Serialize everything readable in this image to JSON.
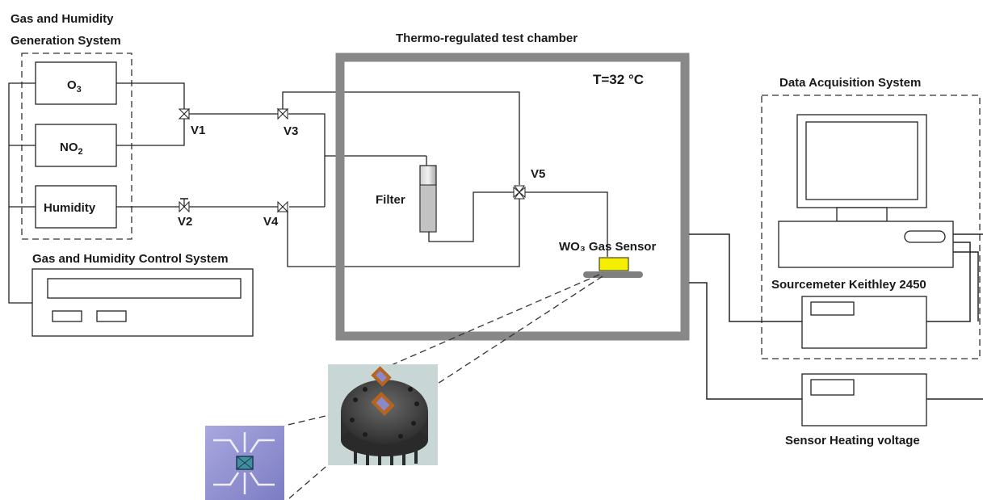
{
  "labels": {
    "gas_humidity_generation_line1": "Gas and Humidity",
    "gas_humidity_generation_line2": "Generation System",
    "o3_main": "O",
    "o3_sub": "3",
    "no2_main": "NO",
    "no2_sub": "2",
    "humidity": "Humidity",
    "gas_humidity_control": "Gas and Humidity Control System",
    "chamber_title": "Thermo-regulated test chamber",
    "temperature": "T=32 °C",
    "filter": "Filter",
    "sensor_label": "WO₃ Gas Sensor",
    "data_acquisition": "Data Acquisition System",
    "sourcemeter": "Sourcemeter Keithley 2450",
    "heating_voltage": "Sensor Heating voltage"
  },
  "valves": [
    "V1",
    "V2",
    "V3",
    "V4",
    "V5"
  ],
  "colors": {
    "chamber_wall": "#888888",
    "sensor_chip": "#f4ef00",
    "sensor_substrate": "#7f7f7f",
    "photo_background": "#c9d6d6",
    "sensor_pad": "#b5651d"
  }
}
